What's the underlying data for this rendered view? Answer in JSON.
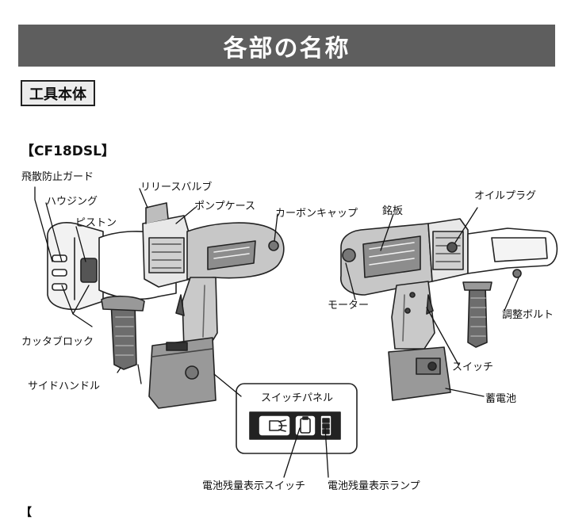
{
  "page": {
    "title": "各部の名称",
    "section": "工具本体",
    "model": "【CF18DSL】",
    "bottom_fragment": "【"
  },
  "labels": {
    "hisan": "飛散防止ガード",
    "housing": "ハウジング",
    "piston": "ピストン",
    "release": "リリースバルブ",
    "pumpcase": "ポンプケース",
    "carbon": "カーボンキャップ",
    "cutter": "カッタブロック",
    "sidehandle": "サイドハンドル",
    "meiban": "銘板",
    "oilplug": "オイルプラグ",
    "motor": "モーター",
    "bolt": "調整ボルト",
    "switch": "スイッチ",
    "battery": "蓄電池",
    "panel": "スイッチパネル",
    "panel_switch": "電池残量表示スイッチ",
    "panel_lamp": "電池残量表示ランプ"
  }
}
